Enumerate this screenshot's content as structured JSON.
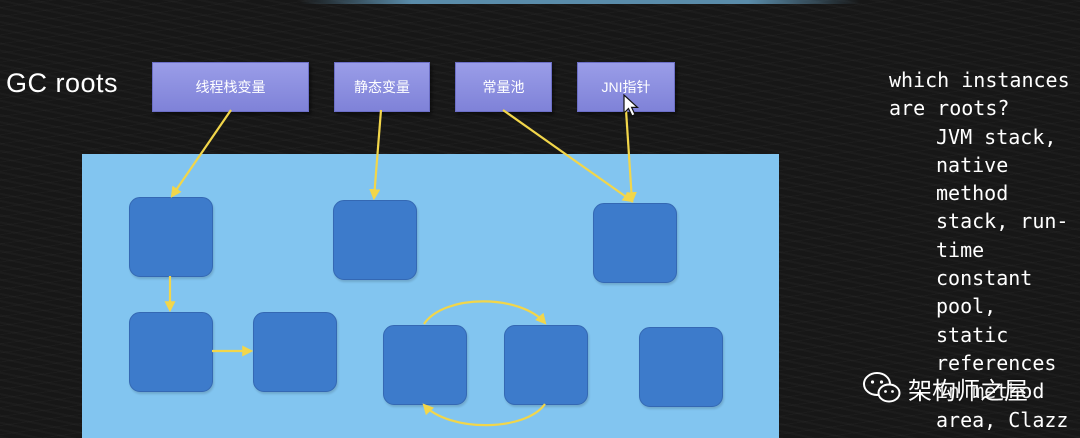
{
  "title": "GC roots",
  "roots": [
    {
      "id": "thread-stack",
      "label": "线程栈变量"
    },
    {
      "id": "static-vars",
      "label": "静态变量"
    },
    {
      "id": "constant-pool",
      "label": "常量池"
    },
    {
      "id": "jni-pointer",
      "label": "JNI指针"
    }
  ],
  "side_text": {
    "lines": [
      "which instances",
      "are roots?",
      "JVM stack,",
      "native",
      "method",
      "stack, run-",
      "time",
      "constant",
      "pool,",
      "static",
      "references",
      "in method",
      "area, Clazz"
    ]
  },
  "watermark": {
    "text": "架构师之屋",
    "icon": "wechat-icon"
  },
  "colors": {
    "background": "#171717",
    "root_box": "#8f92e0",
    "heap_area": "#82c5f0",
    "node": "#3d7bcb",
    "arrow": "#f2d64a"
  }
}
